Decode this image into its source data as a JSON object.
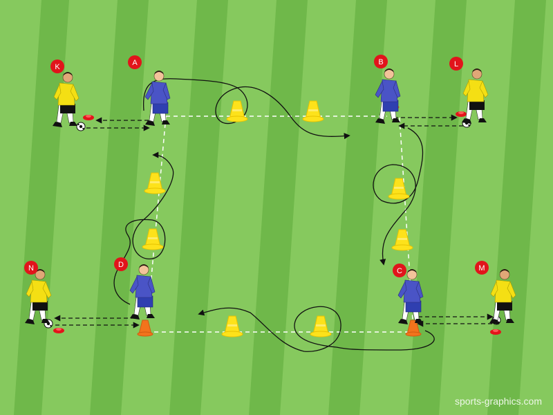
{
  "players": [
    {
      "label": "K",
      "kit": "yellow"
    },
    {
      "label": "A",
      "kit": "blue"
    },
    {
      "label": "B",
      "kit": "blue"
    },
    {
      "label": "L",
      "kit": "yellow"
    },
    {
      "label": "N",
      "kit": "yellow"
    },
    {
      "label": "D",
      "kit": "blue"
    },
    {
      "label": "C",
      "kit": "blue"
    },
    {
      "label": "M",
      "kit": "yellow"
    }
  ],
  "credit": "sports-graphics.com",
  "colors": {
    "pitch_light": "#86c95e",
    "pitch_dark": "#6fb84a",
    "label_red": "#e1141b",
    "cone_yellow": "#fde21b",
    "cone_orange": "#f2731c",
    "marker_red": "#e3141b",
    "kit_blue": "#4a54c6",
    "kit_yellow": "#f4df14"
  }
}
